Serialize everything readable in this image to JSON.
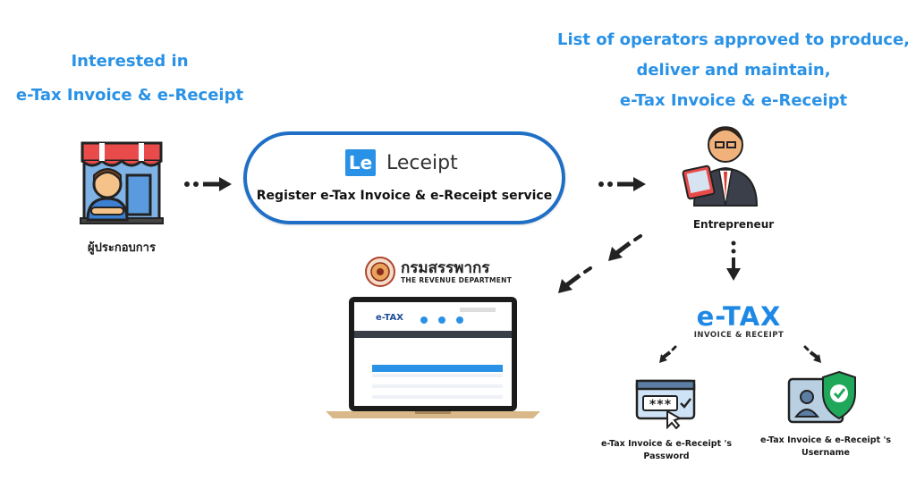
{
  "left_heading": {
    "line1": "Interested in",
    "line2": "e-Tax Invoice & e-Receipt"
  },
  "right_heading": {
    "line1": "List of operators approved to produce,",
    "line2": "deliver and maintain,",
    "line3": "e-Tax Invoice & e-Receipt"
  },
  "operator_label": "ผู้ประกอบการ",
  "leceipt": {
    "logo_letters": "Le",
    "brand": "Leceipt",
    "service": "Register e-Tax Invoice & e-Receipt service"
  },
  "entrepreneur_label": "Entrepreneur",
  "revenue_department": {
    "thai_name": "กรมสรรพากร",
    "english_name": "THE REVENUE DEPARTMENT"
  },
  "etax_logo": {
    "title": "e-TAX",
    "subtitle": "INVOICE & RECEIPT"
  },
  "password_label": {
    "line1": "e-Tax Invoice & e-Receipt 's",
    "line2": "Password"
  },
  "username_label": {
    "line1": "e-Tax Invoice & e-Receipt 's",
    "line2": "Username"
  },
  "password_mask": "***",
  "colors": {
    "heading_blue": "#2a92e6",
    "pill_border": "#1f6fc6",
    "etax_blue": "#1e88e5",
    "shield_green": "#1fa85a"
  }
}
